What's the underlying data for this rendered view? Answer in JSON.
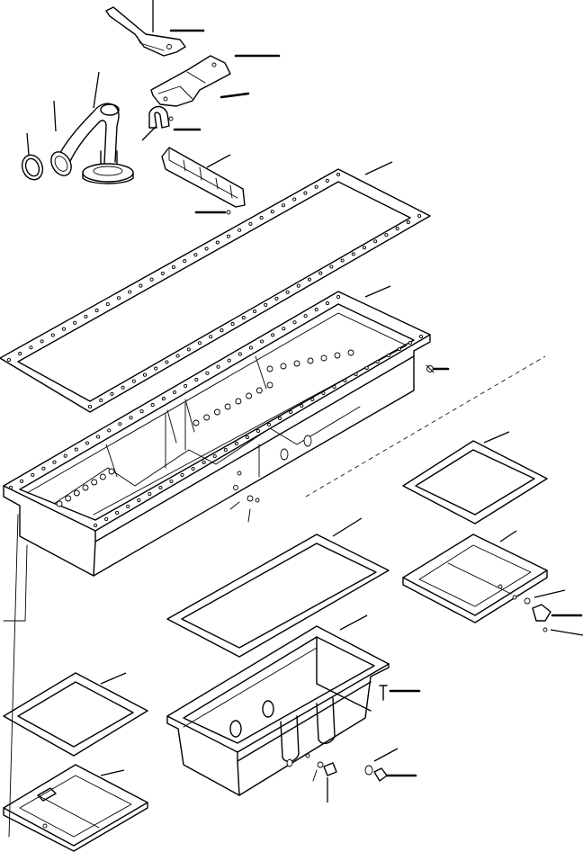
{
  "figure": {
    "kind": "exploded parts view of an engine oil pan assembly",
    "background": "#ffffff",
    "line_color": "#000000"
  },
  "components": [
    {
      "name": "upper-bracket"
    },
    {
      "name": "mounting-plate"
    },
    {
      "name": "oil-suction-pipe"
    },
    {
      "name": "seal-ring"
    },
    {
      "name": "pipe-clamp"
    },
    {
      "name": "baffle-bracket"
    },
    {
      "name": "upper-gasket"
    },
    {
      "name": "main-oil-pan"
    },
    {
      "name": "cover-gasket-right"
    },
    {
      "name": "cover-plate-right"
    },
    {
      "name": "lower-gasket"
    },
    {
      "name": "lower-oil-pan"
    },
    {
      "name": "cover-gasket-left"
    },
    {
      "name": "cover-plate-left"
    },
    {
      "name": "drain-plug"
    },
    {
      "name": "bolts"
    }
  ]
}
